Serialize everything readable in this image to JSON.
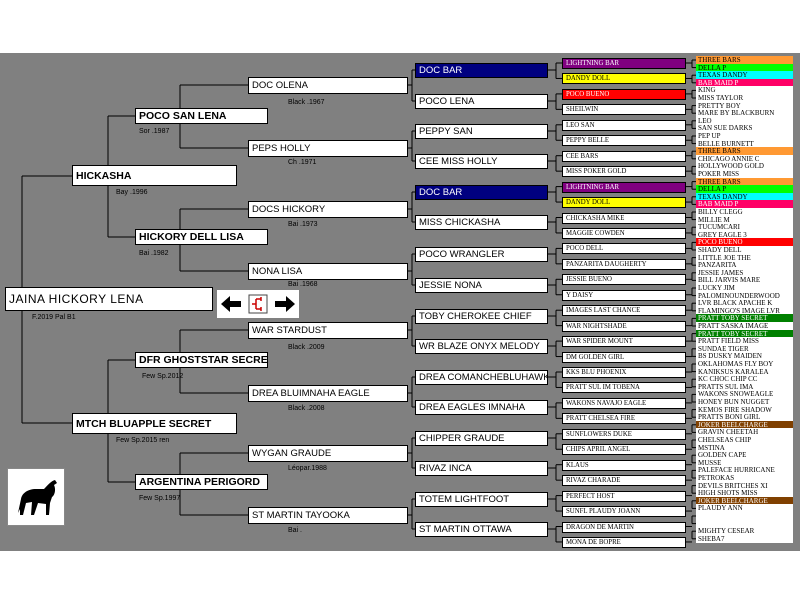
{
  "subject": {
    "name": "JAINA HICKORY LENA",
    "info": "F.2019 Pal B1"
  },
  "sire": {
    "name": "HICKASHA",
    "info": "Bay .1996"
  },
  "dam": {
    "name": "MTCH BLUAPPLE SECRET",
    "info": "Few Sp.2015 ren"
  },
  "g3": [
    {
      "name": "POCO SAN LENA",
      "info": "Sor .1987"
    },
    {
      "name": "HICKORY DELL LISA",
      "info": "Bai .1982"
    },
    {
      "name": "DFR GHOSTSTAR SECRET",
      "info": "Few Sp.2012"
    },
    {
      "name": "ARGENTINA PERIGORD",
      "info": "Few Sp.1997"
    }
  ],
  "g4": [
    {
      "name": "DOC OLENA",
      "info": "Black .1967"
    },
    {
      "name": "PEPS HOLLY",
      "info": "Ch  .1971"
    },
    {
      "name": "DOCS HICKORY",
      "info": "Bai  .1973"
    },
    {
      "name": "NONA LISA",
      "info": "Bai  .1968"
    },
    {
      "name": "WAR STARDUST",
      "info": "Black .2009"
    },
    {
      "name": "DREA BLUIMNAHA EAGLE",
      "info": "Black .2008"
    },
    {
      "name": "WYGAN GRAUDE",
      "info": "Léopar.1988"
    },
    {
      "name": "ST MARTIN TAYOOKA",
      "info": "Bai  ."
    }
  ],
  "g5": [
    {
      "name": "DOC BAR",
      "color": "#000080",
      "text_color": "#ffffff"
    },
    {
      "name": "POCO LENA",
      "color": "#ffffff",
      "text_color": "#000000"
    },
    {
      "name": "PEPPY SAN",
      "color": "#ffffff",
      "text_color": "#000000"
    },
    {
      "name": "CEE MISS HOLLY",
      "color": "#ffffff",
      "text_color": "#000000"
    },
    {
      "name": "DOC BAR",
      "color": "#000080",
      "text_color": "#ffffff"
    },
    {
      "name": "MISS CHICKASHA",
      "color": "#ffffff",
      "text_color": "#000000"
    },
    {
      "name": "POCO WRANGLER",
      "color": "#ffffff",
      "text_color": "#000000"
    },
    {
      "name": "JESSIE NONA",
      "color": "#ffffff",
      "text_color": "#000000"
    },
    {
      "name": "TOBY CHEROKEE CHIEF",
      "color": "#ffffff",
      "text_color": "#000000"
    },
    {
      "name": "WR BLAZE ONYX MELODY",
      "color": "#ffffff",
      "text_color": "#000000"
    },
    {
      "name": "DREA COMANCHEBLUHAWK",
      "color": "#ffffff",
      "text_color": "#000000"
    },
    {
      "name": "DREA EAGLES IMNAHA",
      "color": "#ffffff",
      "text_color": "#000000"
    },
    {
      "name": "CHIPPER GRAUDE",
      "color": "#ffffff",
      "text_color": "#000000"
    },
    {
      "name": "RIVAZ INCA",
      "color": "#ffffff",
      "text_color": "#000000"
    },
    {
      "name": "TOTEM LIGHTFOOT",
      "color": "#ffffff",
      "text_color": "#000000"
    },
    {
      "name": "ST MARTIN OTTAWA",
      "color": "#ffffff",
      "text_color": "#000000"
    }
  ],
  "g6": [
    {
      "name": "LIGHTNING BAR",
      "color": "#800080",
      "text_color": "#ffffff"
    },
    {
      "name": "DANDY DOLL",
      "color": "#ffff00",
      "text_color": "#000000"
    },
    {
      "name": "POCO BUENO",
      "color": "#ff0000",
      "text_color": "#ffffff"
    },
    {
      "name": "SHEILWIN",
      "color": "#ffffff",
      "text_color": "#000000"
    },
    {
      "name": "LEO SAN",
      "color": "#ffffff",
      "text_color": "#000000"
    },
    {
      "name": "PEPPY BELLE",
      "color": "#ffffff",
      "text_color": "#000000"
    },
    {
      "name": "CEE BARS",
      "color": "#ffffff",
      "text_color": "#000000"
    },
    {
      "name": "MISS POKER GOLD",
      "color": "#ffffff",
      "text_color": "#000000"
    },
    {
      "name": "LIGHTNING BAR",
      "color": "#800080",
      "text_color": "#ffffff"
    },
    {
      "name": "DANDY DOLL",
      "color": "#ffff00",
      "text_color": "#000000"
    },
    {
      "name": "CHICKASHA MIKE",
      "color": "#ffffff",
      "text_color": "#000000"
    },
    {
      "name": "MAGGIE COWDEN",
      "color": "#ffffff",
      "text_color": "#000000"
    },
    {
      "name": "POCO DELL",
      "color": "#ffffff",
      "text_color": "#000000"
    },
    {
      "name": "PANZARITA DAUGHERTY",
      "color": "#ffffff",
      "text_color": "#000000"
    },
    {
      "name": "JESSIE BUENO",
      "color": "#ffffff",
      "text_color": "#000000"
    },
    {
      "name": "Y DAISY",
      "color": "#ffffff",
      "text_color": "#000000"
    },
    {
      "name": "IMAGES LAST CHANCE",
      "color": "#ffffff",
      "text_color": "#000000"
    },
    {
      "name": "WAR NIGHTSHADE",
      "color": "#ffffff",
      "text_color": "#000000"
    },
    {
      "name": "WAR SPIDER MOUNT",
      "color": "#ffffff",
      "text_color": "#000000"
    },
    {
      "name": "DM GOLDEN GIRL",
      "color": "#ffffff",
      "text_color": "#000000"
    },
    {
      "name": "KKS BLU PHOENIX",
      "color": "#ffffff",
      "text_color": "#000000"
    },
    {
      "name": "PRATT SUL IM TOBENA",
      "color": "#ffffff",
      "text_color": "#000000"
    },
    {
      "name": "WAKONS NAVAJO EAGLE",
      "color": "#ffffff",
      "text_color": "#000000"
    },
    {
      "name": "PRATT CHELSEA FIRE",
      "color": "#ffffff",
      "text_color": "#000000"
    },
    {
      "name": "SUNFLOWERS DUKE",
      "color": "#ffffff",
      "text_color": "#000000"
    },
    {
      "name": "CHIPS APRIL ANGEL",
      "color": "#ffffff",
      "text_color": "#000000"
    },
    {
      "name": "KLAUS",
      "color": "#ffffff",
      "text_color": "#000000"
    },
    {
      "name": "RIVAZ CHARADE",
      "color": "#ffffff",
      "text_color": "#000000"
    },
    {
      "name": "PERFECT HOST",
      "color": "#ffffff",
      "text_color": "#000000"
    },
    {
      "name": "SUNFL PLAUDY JOANN",
      "color": "#ffffff",
      "text_color": "#000000"
    },
    {
      "name": "DRAGON DE MARTIN",
      "color": "#ffffff",
      "text_color": "#000000"
    },
    {
      "name": "MONA DE BOPRE",
      "color": "#ffffff",
      "text_color": "#000000"
    }
  ],
  "g7": [
    {
      "name": "THREE BARS",
      "color": "#ff9933",
      "text_color": "#000000"
    },
    {
      "name": "DELLA P",
      "color": "#00ff00",
      "text_color": "#000000"
    },
    {
      "name": "TEXAS DANDY",
      "color": "#00ffff",
      "text_color": "#000000"
    },
    {
      "name": "BAB MAID P",
      "color": "#ff0066",
      "text_color": "#ffffff"
    },
    {
      "name": "KING",
      "color": "#ffffff",
      "text_color": "#000000"
    },
    {
      "name": "MISS TAYLOR",
      "color": "#ffffff",
      "text_color": "#000000"
    },
    {
      "name": "PRETTY BOY",
      "color": "#ffffff",
      "text_color": "#000000"
    },
    {
      "name": "MARE BY BLACKBURN",
      "color": "#ffffff",
      "text_color": "#000000"
    },
    {
      "name": "LEO",
      "color": "#ffffff",
      "text_color": "#000000"
    },
    {
      "name": "SAN SUE DARKS",
      "color": "#ffffff",
      "text_color": "#000000"
    },
    {
      "name": "PEP UP",
      "color": "#ffffff",
      "text_color": "#000000"
    },
    {
      "name": "BELLE BURNETT",
      "color": "#ffffff",
      "text_color": "#000000"
    },
    {
      "name": "THREE BARS",
      "color": "#ff9933",
      "text_color": "#000000"
    },
    {
      "name": "CHICAGO ANNIE C",
      "color": "#ffffff",
      "text_color": "#000000"
    },
    {
      "name": "HOLLYWOOD GOLD",
      "color": "#ffffff",
      "text_color": "#000000"
    },
    {
      "name": "POKER MISS",
      "color": "#ffffff",
      "text_color": "#000000"
    },
    {
      "name": "THREE BARS",
      "color": "#ff9933",
      "text_color": "#000000"
    },
    {
      "name": "DELLA P",
      "color": "#00ff00",
      "text_color": "#000000"
    },
    {
      "name": "TEXAS DANDY",
      "color": "#00ffff",
      "text_color": "#000000"
    },
    {
      "name": "BAB MAID P",
      "color": "#ff0066",
      "text_color": "#ffffff"
    },
    {
      "name": "BILLY CLEGG",
      "color": "#ffffff",
      "text_color": "#000000"
    },
    {
      "name": "MILLIE M",
      "color": "#ffffff",
      "text_color": "#000000"
    },
    {
      "name": "TUCUMCARI",
      "color": "#ffffff",
      "text_color": "#000000"
    },
    {
      "name": "GREY EAGLE 3",
      "color": "#ffffff",
      "text_color": "#000000"
    },
    {
      "name": "POCO BUENO",
      "color": "#ff0000",
      "text_color": "#ffffff"
    },
    {
      "name": "SHADY DELL",
      "color": "#ffffff",
      "text_color": "#000000"
    },
    {
      "name": "LITTLE JOE THE",
      "color": "#ffffff",
      "text_color": "#000000"
    },
    {
      "name": "PANZARITA",
      "color": "#ffffff",
      "text_color": "#000000"
    },
    {
      "name": "JESSIE JAMES",
      "color": "#ffffff",
      "text_color": "#000000"
    },
    {
      "name": "BILL JARVIS MARE",
      "color": "#ffffff",
      "text_color": "#000000"
    },
    {
      "name": "LUCKY JIM",
      "color": "#ffffff",
      "text_color": "#000000"
    },
    {
      "name": "PALOMINOUNDERWOOD",
      "color": "#ffffff",
      "text_color": "#000000"
    },
    {
      "name": "LVR BLACK APACHE K",
      "color": "#ffffff",
      "text_color": "#000000"
    },
    {
      "name": "FLAMINGO'S IMAGE LVR",
      "color": "#ffffff",
      "text_color": "#000000"
    },
    {
      "name": "PRATT TOBY SECRET",
      "color": "#008000",
      "text_color": "#ffffff"
    },
    {
      "name": "PRATT SASKA IMAGE",
      "color": "#ffffff",
      "text_color": "#000000"
    },
    {
      "name": "PRATT TOBY SECRET",
      "color": "#008000",
      "text_color": "#ffffff"
    },
    {
      "name": "PRATT FIELD MISS",
      "color": "#ffffff",
      "text_color": "#000000"
    },
    {
      "name": "SUNDAE TIGER",
      "color": "#ffffff",
      "text_color": "#000000"
    },
    {
      "name": "BS DUSKY MAIDEN",
      "color": "#ffffff",
      "text_color": "#000000"
    },
    {
      "name": "OKLAHOMAS FLY BOY",
      "color": "#ffffff",
      "text_color": "#000000"
    },
    {
      "name": "KANIKSUS KARALEA",
      "color": "#ffffff",
      "text_color": "#000000"
    },
    {
      "name": "KC CHOC CHIP CC",
      "color": "#ffffff",
      "text_color": "#000000"
    },
    {
      "name": "PRATTS SUL IMA",
      "color": "#ffffff",
      "text_color": "#000000"
    },
    {
      "name": "WAKONS SNOWEAGLE",
      "color": "#ffffff",
      "text_color": "#000000"
    },
    {
      "name": "HONEY BUN NUGGET",
      "color": "#ffffff",
      "text_color": "#000000"
    },
    {
      "name": "KEMOS FIRE SHADOW",
      "color": "#ffffff",
      "text_color": "#000000"
    },
    {
      "name": "PRATTS BONI GIRL",
      "color": "#ffffff",
      "text_color": "#000000"
    },
    {
      "name": "JOKER BEELCHARGE",
      "color": "#804000",
      "text_color": "#ffffff"
    },
    {
      "name": "GRAVIN CHEETAH",
      "color": "#ffffff",
      "text_color": "#000000"
    },
    {
      "name": "CHELSEAS CHIP",
      "color": "#ffffff",
      "text_color": "#000000"
    },
    {
      "name": "MSTINA",
      "color": "#ffffff",
      "text_color": "#000000"
    },
    {
      "name": "GOLDEN CAPE",
      "color": "#ffffff",
      "text_color": "#000000"
    },
    {
      "name": "MUSSE",
      "color": "#ffffff",
      "text_color": "#000000"
    },
    {
      "name": "PALEFACE HURRICANE",
      "color": "#ffffff",
      "text_color": "#000000"
    },
    {
      "name": "PETROKAS",
      "color": "#ffffff",
      "text_color": "#000000"
    },
    {
      "name": "DEVILS BRITCHES XI",
      "color": "#ffffff",
      "text_color": "#000000"
    },
    {
      "name": "HIGH SHOTS MISS",
      "color": "#ffffff",
      "text_color": "#000000"
    },
    {
      "name": "JOKER BEELCHARGE",
      "color": "#804000",
      "text_color": "#ffffff"
    },
    {
      "name": "PLAUDY ANN",
      "color": "#ffffff",
      "text_color": "#000000"
    },
    {
      "name": "",
      "color": "#ffffff",
      "text_color": "#000000"
    },
    {
      "name": "",
      "color": "#ffffff",
      "text_color": "#000000"
    },
    {
      "name": "MIGHTY CESEAR",
      "color": "#ffffff",
      "text_color": "#000000"
    },
    {
      "name": "SHEBA7",
      "color": "#ffffff",
      "text_color": "#000000"
    }
  ],
  "nav": {
    "back_icon": "arrow-left-icon",
    "center_icon": "pedigree-icon",
    "forward_icon": "arrow-right-icon"
  },
  "logo": {
    "icon": "horse-icon"
  },
  "colors": {
    "background": "#808080",
    "border": "#000000",
    "line": "#000000"
  }
}
